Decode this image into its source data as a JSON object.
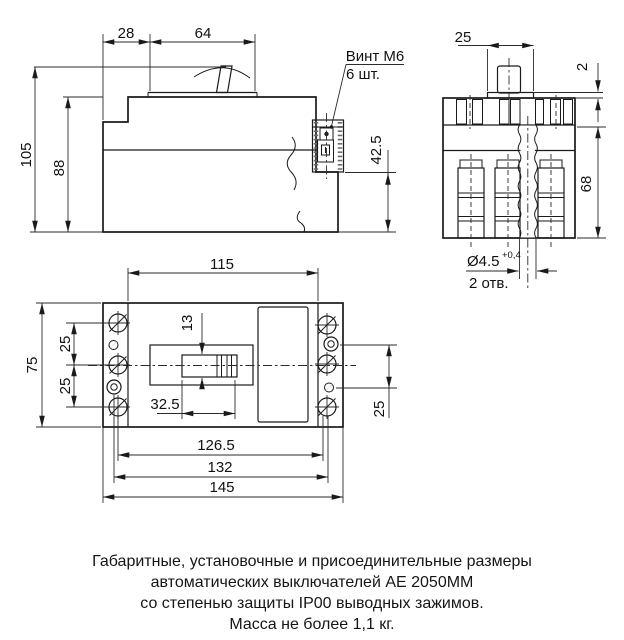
{
  "colors": {
    "line": "#1a1a1a",
    "body_fill": "#e8e8e8",
    "background": "#ffffff"
  },
  "side_view": {
    "dim_offset_left": "28",
    "dim_handle_plate": "64",
    "dim_overall_height": "105",
    "dim_body_height": "88",
    "dim_terminal_height": "42.5",
    "screw_note_line1": "Винт М6",
    "screw_note_line2": "6 шт."
  },
  "front_view": {
    "dim_handle_width": "25",
    "dim_plate_thickness": "2",
    "dim_body_height": "68",
    "hole_diameter": "Ø4.5",
    "hole_tolerance": "+0,4",
    "hole_count": "2 отв."
  },
  "plan_view": {
    "dim_mount_width": "115",
    "dim_body_width": "75",
    "dim_terminal_pitch_upper": "25",
    "dim_terminal_pitch_lower": "25",
    "dim_handle_slot_height": "13",
    "dim_handle_slot_width": "32.5",
    "dim_mount_hole_pitch": "25",
    "dim_span_inner": "126.5",
    "dim_span_middle": "132",
    "dim_span_overall": "145"
  },
  "caption": {
    "line1": "Габаритные, установочные и присоединительные размеры",
    "line2": "автоматических выключателей АЕ 2050ММ",
    "line3": "со степенью защиты IP00 выводных зажимов.",
    "line4": "Масса не более 1,1 кг."
  }
}
